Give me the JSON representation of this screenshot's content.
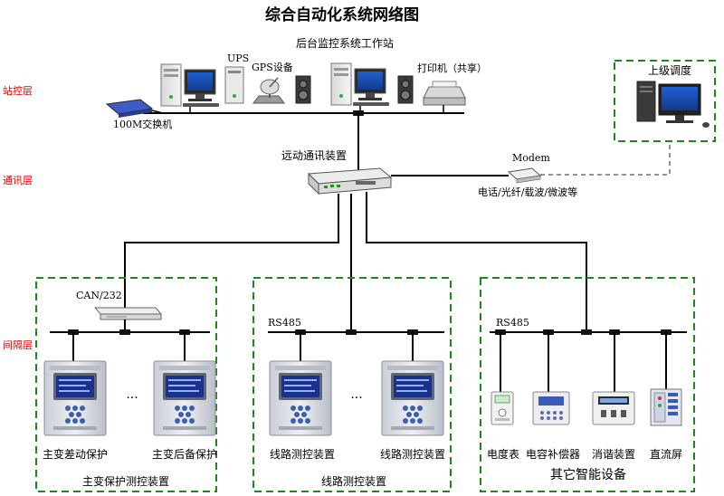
{
  "title": "综合自动化系统网络图",
  "workstation_label": "后台监控系统工作站",
  "layers": {
    "station": "站控层",
    "comm": "通讯层",
    "bay": "间隔层"
  },
  "station_devices": {
    "ups": "UPS",
    "gps": "GPS设备",
    "printer": "打印机（共享）",
    "switch": "100M交换机"
  },
  "upper_dispatch": "上级调度",
  "remote_comm": "远动通讯装置",
  "modem": "Modem",
  "modem_media": "电话/光纤/载波/微波等",
  "groups": {
    "main_transformer": {
      "converter": "CAN/232",
      "device_a": "主变差动保护",
      "device_b": "主变后备保护",
      "ellipsis": "···",
      "caption": "主变保护测控装置"
    },
    "line": {
      "bus": "RS485",
      "device_a": "线路测控装置",
      "device_b": "线路测控装置",
      "ellipsis": "···",
      "caption": "线路测控装置"
    },
    "other": {
      "bus": "RS485",
      "devices": [
        "电度表",
        "电容补偿器",
        "消谐装置",
        "直流屏"
      ],
      "caption": "其它智能设备"
    }
  },
  "colors": {
    "layer_label": "#e00000",
    "group_border": "#1a8a1a",
    "relay_screen": "#1c2f8a",
    "switch_body": "#e4e4e4"
  }
}
